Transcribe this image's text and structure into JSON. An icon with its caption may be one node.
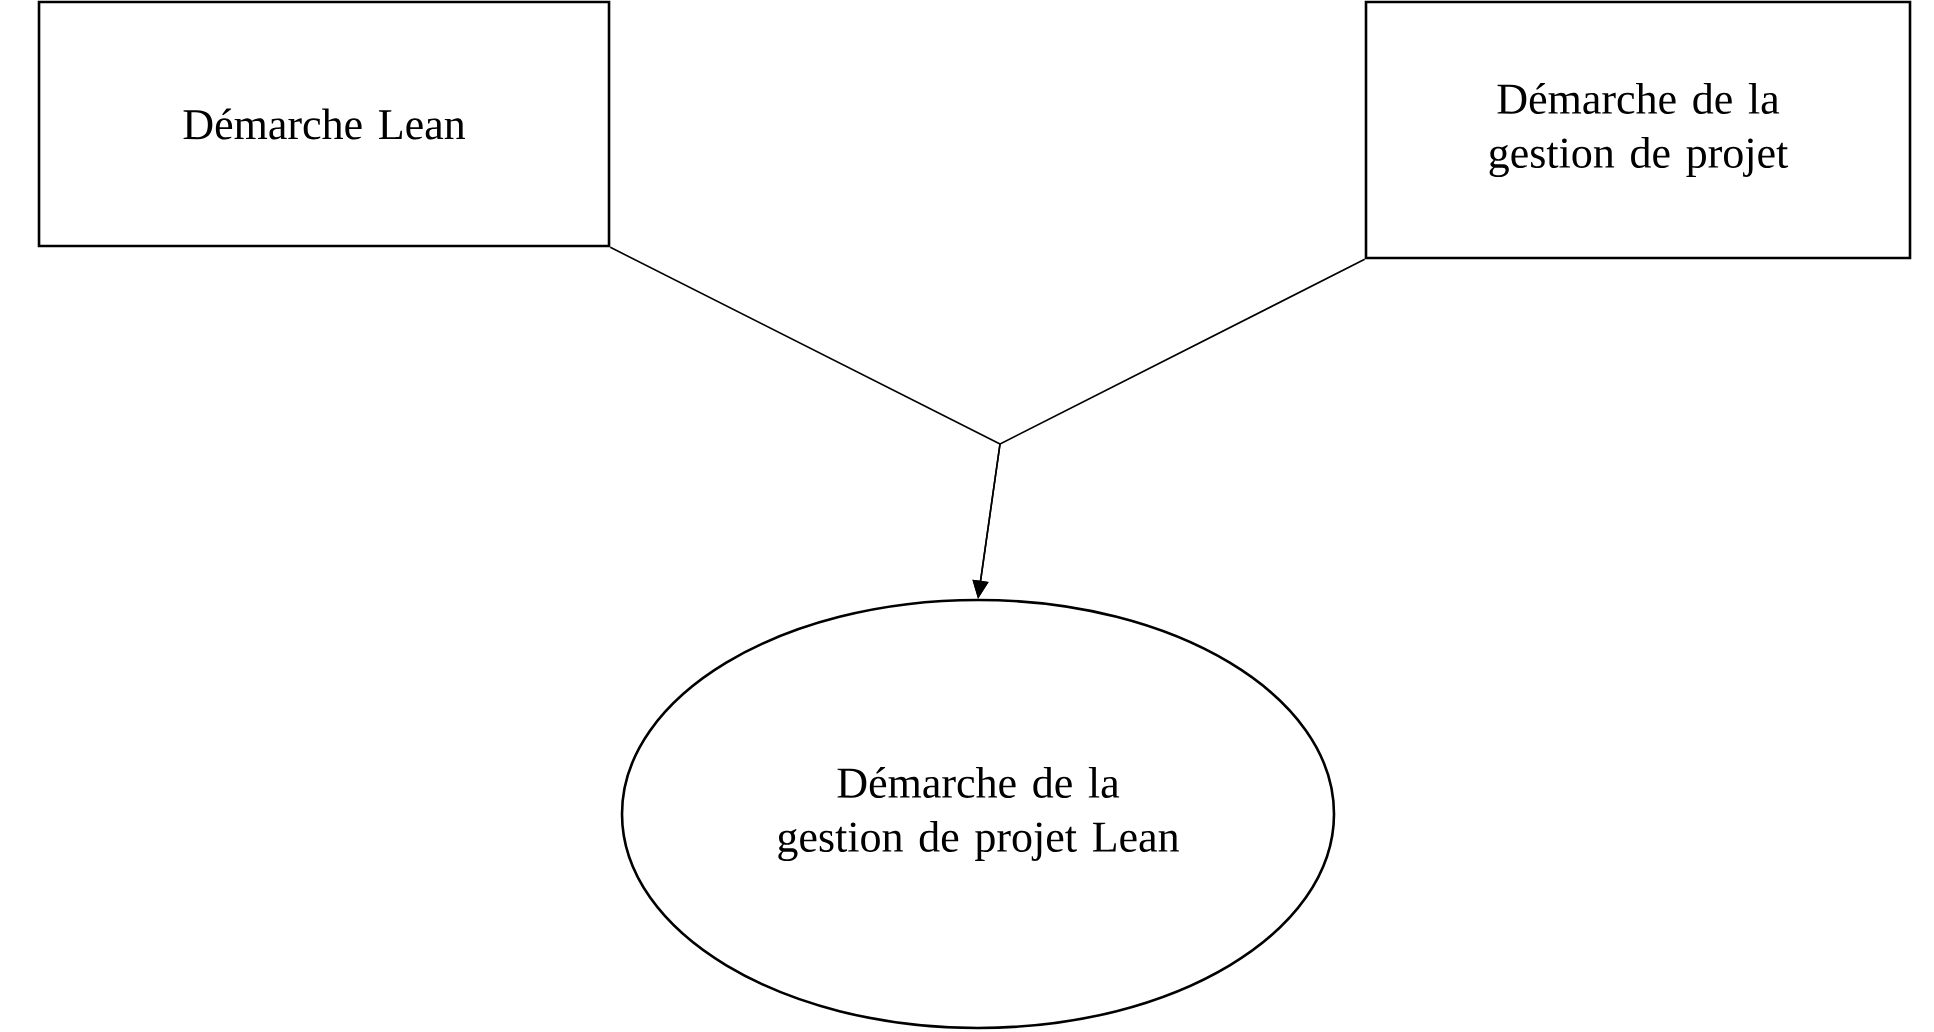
{
  "diagram": {
    "nodes": [
      {
        "text": [
          "Démarche Lean"
        ]
      },
      {
        "text": [
          "Démarche de la gestion de projet"
        ]
      },
      {
        "text": [
          "Démarche de la gestion de projet Lean"
        ]
      }
    ],
    "edges": [
      {
        "from": 0,
        "to": 2,
        "arrow": "to"
      },
      {
        "from": 1,
        "to": 2,
        "arrow": "to"
      }
    ]
  }
}
